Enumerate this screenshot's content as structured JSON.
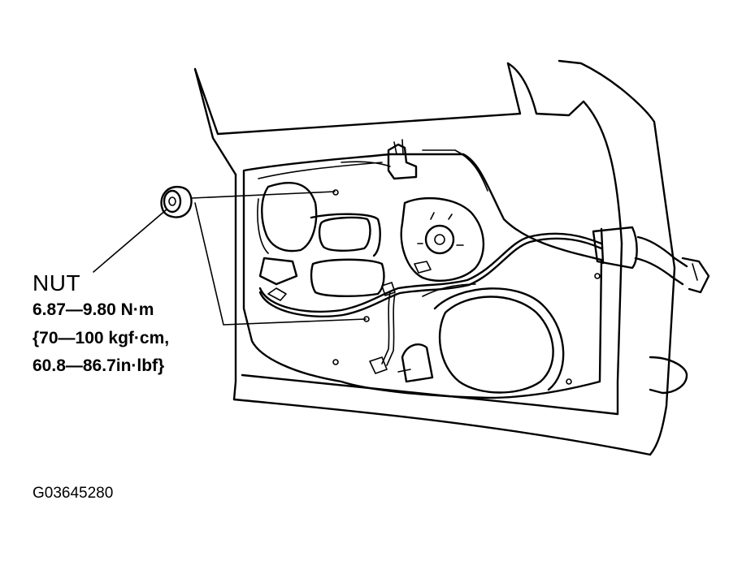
{
  "labels": {
    "part_name": "NUT",
    "torque_nm": "6.87—9.80  N·m",
    "torque_kgf": "{70—100 kgf·cm,",
    "torque_inlbf": "60.8—86.7in·lbf}"
  },
  "figure_id": "G03645280",
  "colors": {
    "line": "#000000",
    "background": "#ffffff"
  }
}
